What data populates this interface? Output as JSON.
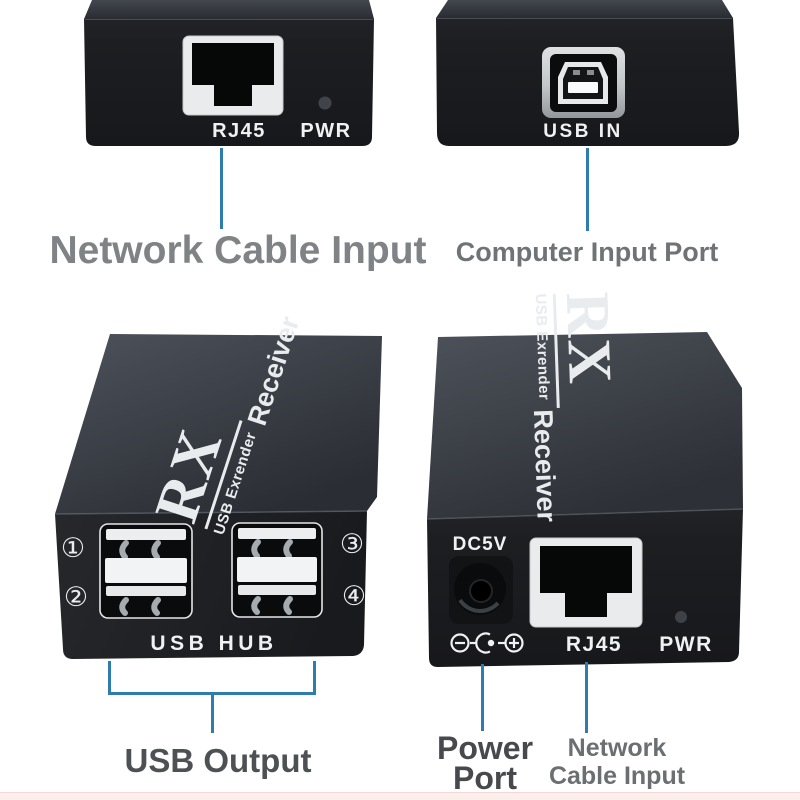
{
  "colors": {
    "callout_blue": "#2f7dad",
    "caption_gray": "#808386",
    "caption_dark": "#4b4e51",
    "device_body": "#1d1f23"
  },
  "logo": {
    "rx": "RX",
    "subtitle": "USB Exrender",
    "name": "Receiver"
  },
  "top_left": {
    "port": "RJ45",
    "led": "PWR",
    "caption": "Network Cable Input"
  },
  "top_right": {
    "port": "USB IN",
    "caption": "Computer Input Port"
  },
  "bottom_left": {
    "ports": [
      "①",
      "②",
      "③",
      "④"
    ],
    "panel": "USB HUB",
    "caption": "USB Output"
  },
  "bottom_right": {
    "power": "DC5V",
    "port": "RJ45",
    "led": "PWR",
    "caption_power": "Power Port",
    "caption_network": "Network Cable Input"
  }
}
